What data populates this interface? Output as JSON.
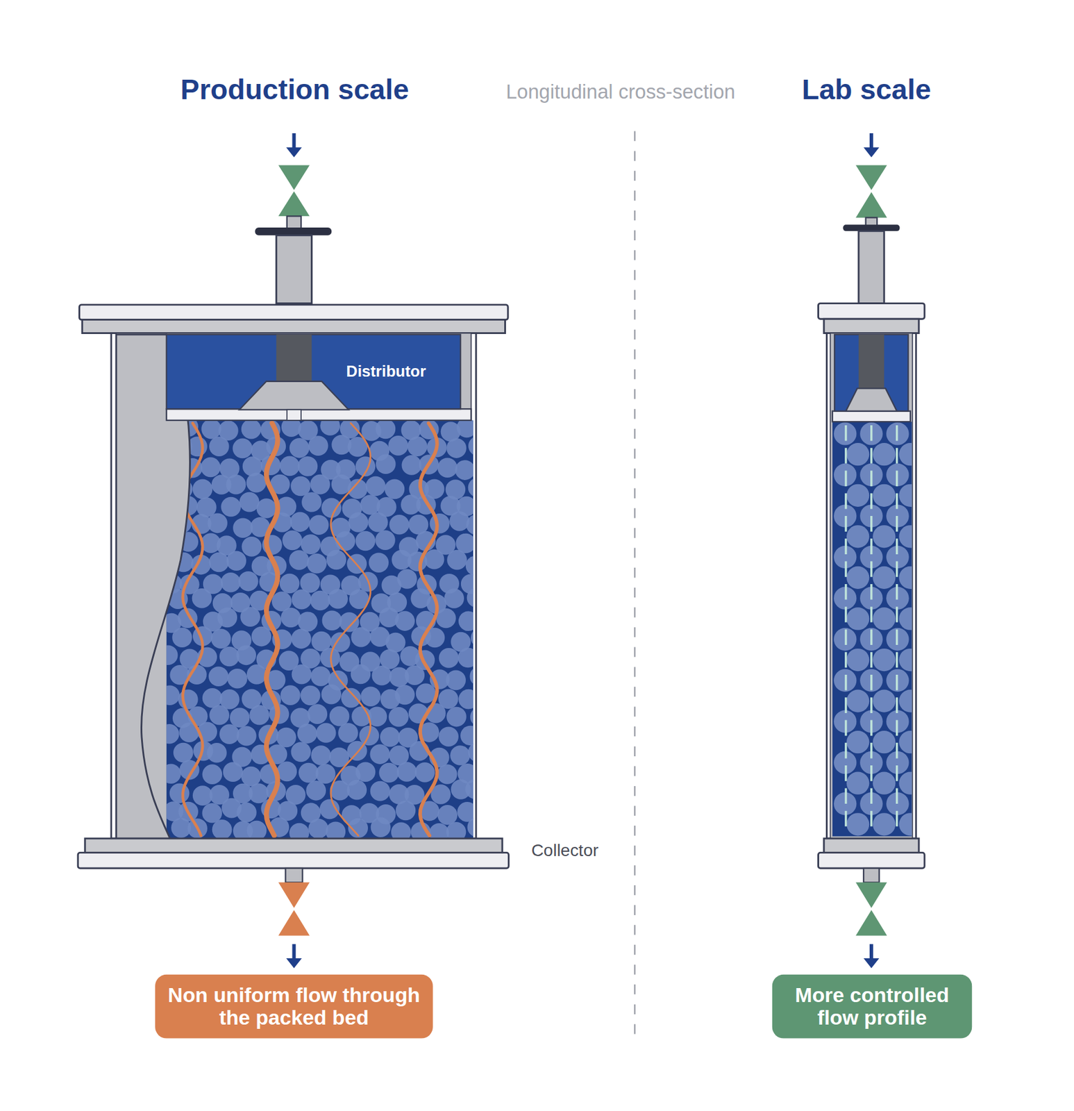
{
  "diagram": {
    "nodes": [
      {
        "text": [
          "Distributor"
        ]
      },
      {
        "text": [
          "Non uniform flow through the packed bed"
        ]
      },
      {
        "text": [
          "More controlled flow profile"
        ]
      }
    ],
    "labels": [
      "Production scale",
      "Longitudinal cross-section",
      "Lab scale",
      "Collector"
    ]
  }
}
